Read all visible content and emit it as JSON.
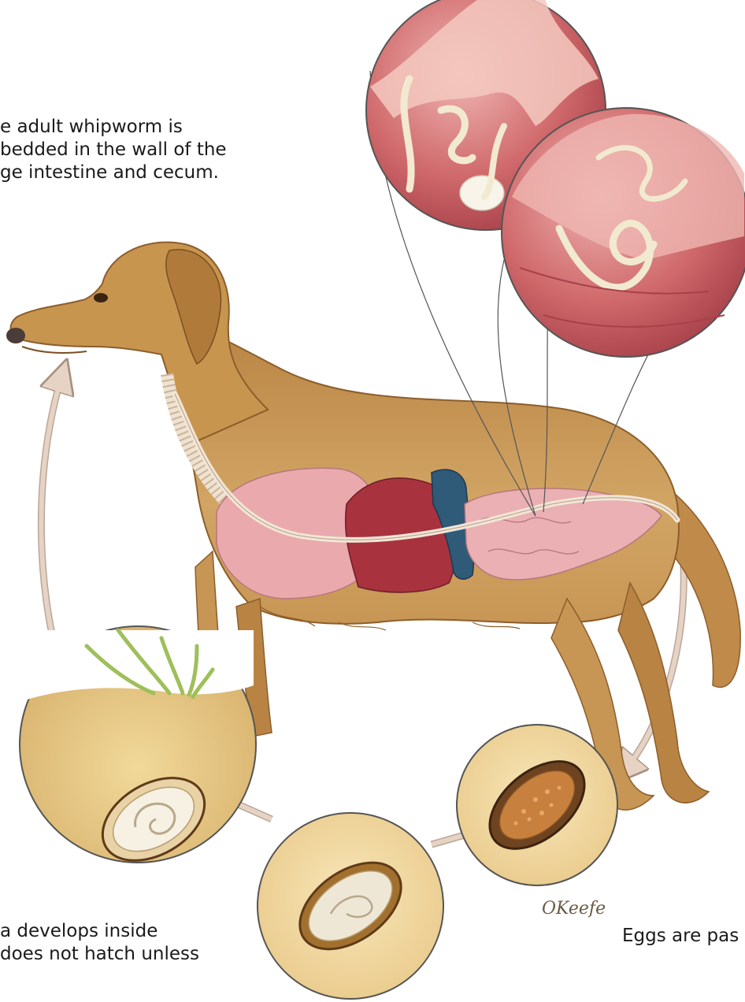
{
  "labels": {
    "adult": [
      "e adult whipworm is",
      "bedded in the wall of the",
      "ge intestine and cecum."
    ],
    "larva": [
      "a develops inside",
      "does not hatch unless"
    ],
    "eggs": [
      "Eggs are pas"
    ]
  },
  "signature": "OKeefe",
  "colors": {
    "fur": "#c89a5a",
    "fur_dark": "#9a6a34",
    "organ_pink": "#e3a0a6",
    "organ_dark": "#a8323e",
    "intestine": "#eab0b4",
    "tissue_red": "#c2545a",
    "worm": "#f2ead0",
    "egg_bg": "#f2d9a0",
    "arrow": "#e6d3c4",
    "leader": "#555555"
  },
  "icons": [
    "arrow-icon"
  ]
}
